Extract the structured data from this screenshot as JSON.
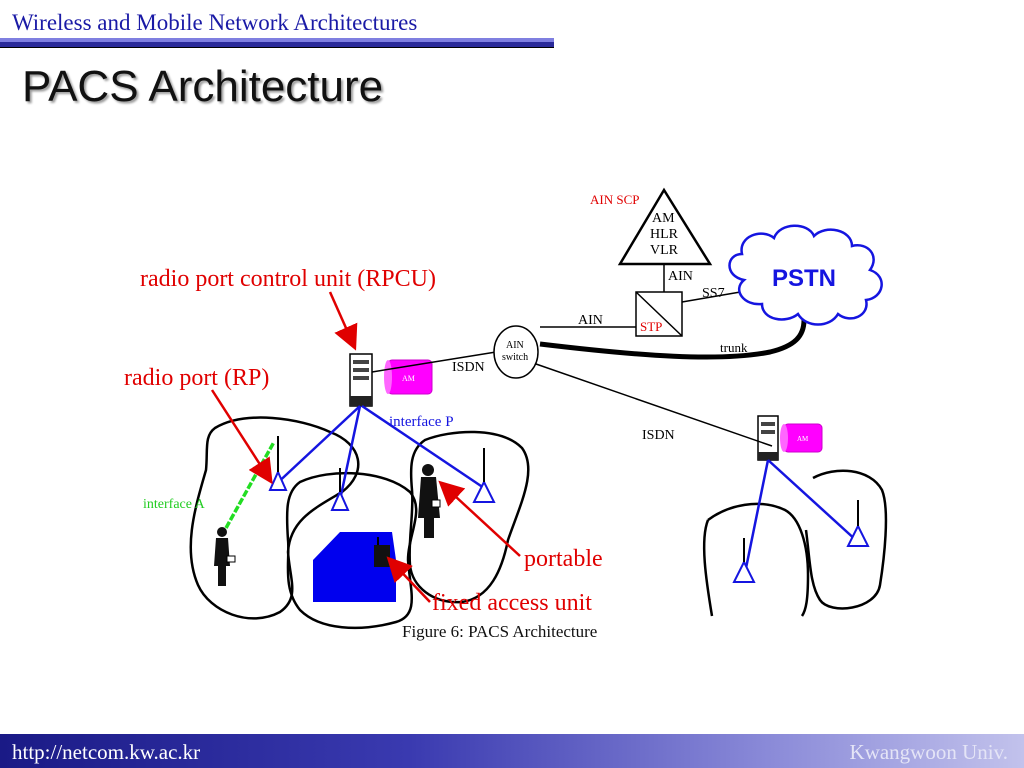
{
  "header": {
    "course_title": "Wireless and Mobile Network Architectures",
    "slide_title": "PACS Architecture"
  },
  "diagram": {
    "callouts": {
      "rpcu": "radio port control unit (RPCU)",
      "rp": "radio port (RP)",
      "portable": "portable",
      "fixed_access_unit": "fixed access unit"
    },
    "labels": {
      "ain_scp": "AIN SCP",
      "scp_am": "AM",
      "scp_hlr": "HLR",
      "scp_vlr": "VLR",
      "pstn": "PSTN",
      "ain_top": "AIN",
      "ss7": "SS7",
      "ain_left": "AIN",
      "stp": "STP",
      "ain_switch_1": "AIN",
      "ain_switch_2": "switch",
      "trunk": "trunk",
      "isdn_left": "ISDN",
      "isdn_right": "ISDN",
      "am_left": "AM",
      "am_right": "AM",
      "interface_p": "interface P",
      "interface_a": "interface A"
    },
    "caption": "Figure 6: PACS Architecture"
  },
  "footer": {
    "url": "http://netcom.kw.ac.kr",
    "org": "Kwangwoon Univ."
  },
  "colors": {
    "callout_red": "#e00000",
    "link_blue": "#1515e0",
    "interface_green": "#22dd22",
    "am_magenta": "#ff00ff",
    "house_blue": "#0000ee"
  }
}
